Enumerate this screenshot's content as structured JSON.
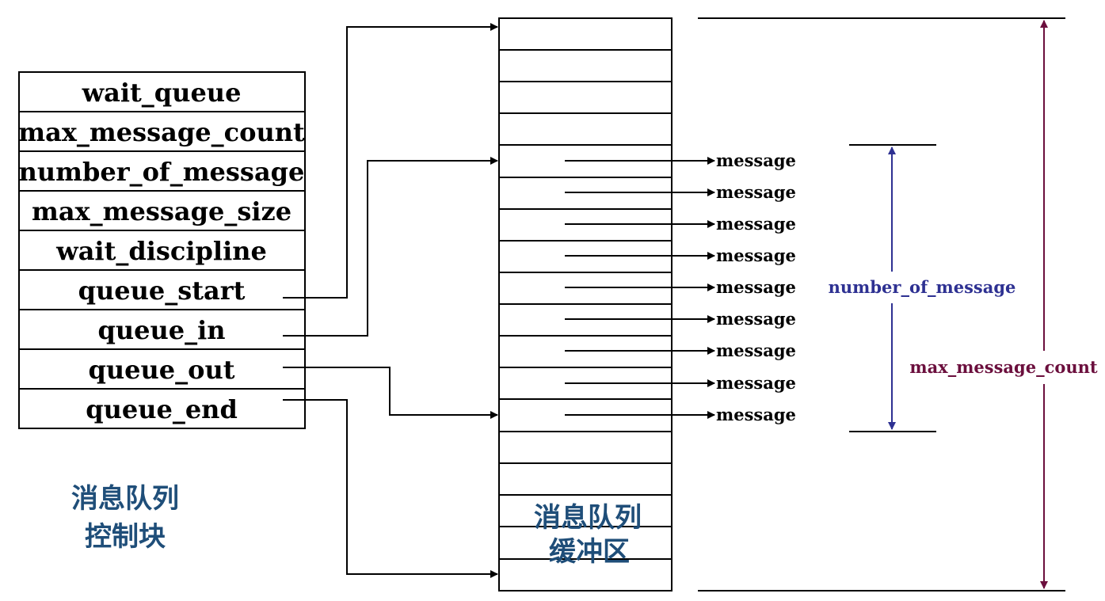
{
  "control_block": {
    "fields": [
      "wait_queue",
      "max_message_count",
      "number_of_message",
      "max_message_size",
      "wait_discipline",
      "queue_start",
      "queue_in",
      "queue_out",
      "queue_end"
    ],
    "caption_line1": "消息队列",
    "caption_line2": "控制块"
  },
  "buffer": {
    "caption_line1": "消息队列",
    "caption_line2": "缓冲区",
    "messages": [
      "message",
      "message",
      "message",
      "message",
      "message",
      "message",
      "message",
      "message",
      "message"
    ]
  },
  "dimensions": {
    "count_label": "number_of_message",
    "max_label": "max_message_count"
  },
  "colors": {
    "caption": "#1f4e79",
    "count_dimension": "#2e3192",
    "max_dimension": "#6b0f3d"
  }
}
